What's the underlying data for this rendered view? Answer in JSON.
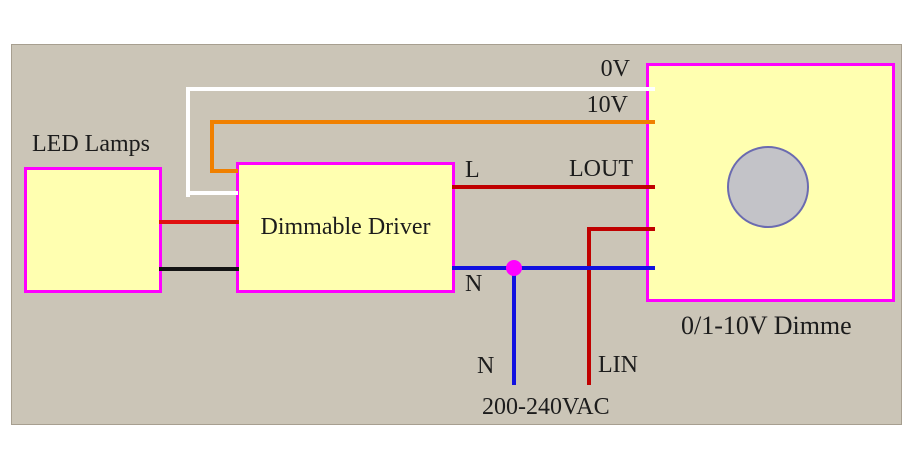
{
  "diagram": {
    "boxes": {
      "led": {
        "label": "LED Lamps"
      },
      "driver": {
        "label": "Dimmable Driver"
      },
      "dimmer": {
        "label": "0/1-10V Dimme"
      }
    },
    "wire_labels": {
      "v0": "0V",
      "v10": "10V",
      "l": "L",
      "lout": "LOUT",
      "n_mid": "N",
      "n_bottom": "N",
      "lin": "LIN",
      "supply": "200-240VAC"
    },
    "wires": [
      {
        "signal": "0V",
        "color": "#ffffff",
        "from": "0/1-10V Dimmer 0V terminal",
        "to": "Dimmable Driver"
      },
      {
        "signal": "10V",
        "color": "#f08000",
        "from": "0/1-10V Dimmer 10V terminal",
        "to": "Dimmable Driver"
      },
      {
        "signal": "L / LOUT",
        "color": "#c00000",
        "from": "Dimmable Driver L",
        "to": "0/1-10V Dimmer LOUT"
      },
      {
        "signal": "LIN",
        "color": "#c00000",
        "from": "0/1-10V Dimmer",
        "to": "200-240VAC supply"
      },
      {
        "signal": "N",
        "color": "#1010e0",
        "from": "Dimmable Driver N",
        "to": "200-240VAC supply"
      },
      {
        "signal": "",
        "color": "#e01010",
        "from": "LED Lamps",
        "to": "Dimmable Driver"
      },
      {
        "signal": "",
        "color": "#141414",
        "from": "LED Lamps",
        "to": "Dimmable Driver"
      }
    ]
  },
  "colors": {
    "page_bg": "#ffffff",
    "canvas": "#cbc5b7",
    "canvas_border": "#a79f90",
    "box_fill": "#ffffb0",
    "box_border": "#ff00ff",
    "wire_white": "#ffffff",
    "wire_orange": "#f08000",
    "wire_dark_red": "#c00000",
    "wire_red": "#e01010",
    "wire_black": "#141414",
    "wire_blue": "#1010e0",
    "junction_dot": "#ff00ff",
    "knob_fill": "#c3c3c8",
    "knob_border": "#6b6bb0",
    "text": "#1c1c1c"
  }
}
